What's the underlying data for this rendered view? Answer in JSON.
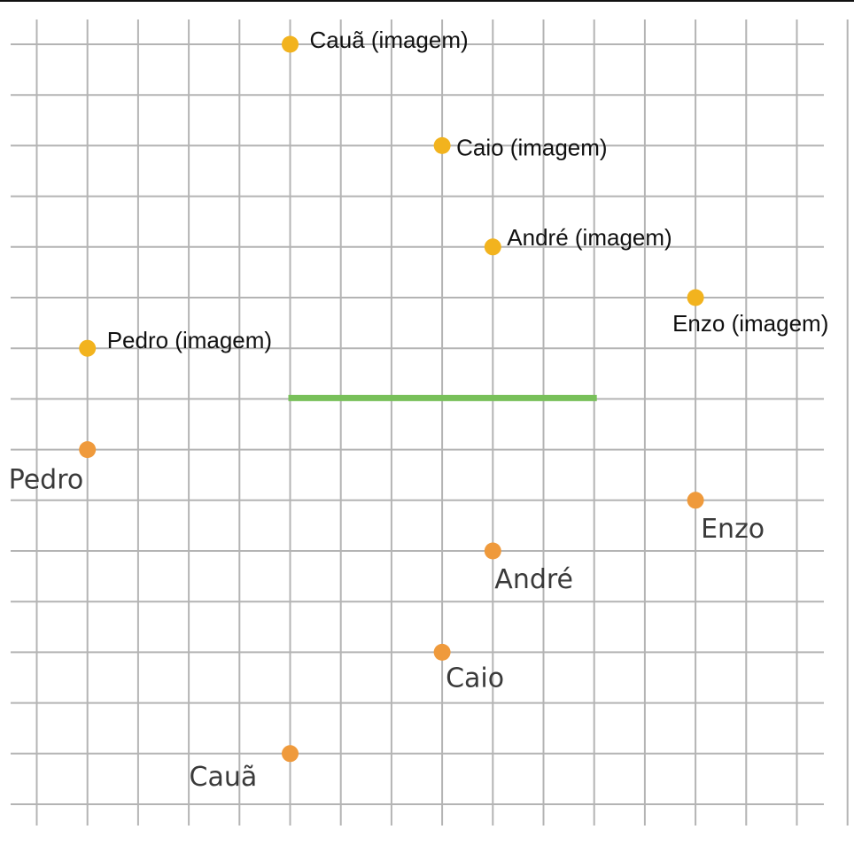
{
  "colors": {
    "grid": "#b4b4b4",
    "mirror_line": "#78c05a",
    "image_point": "#f2b31e",
    "original_point": "#ef9a3c"
  },
  "grid": {
    "columns": 16,
    "rows": 16
  },
  "mirror_line": {
    "from": [
      5,
      7
    ],
    "to": [
      11,
      7
    ]
  },
  "image_points": [
    {
      "name": "Cauã (imagem)",
      "x": 5,
      "y": 0
    },
    {
      "name": "Caio (imagem)",
      "x": 8,
      "y": 2
    },
    {
      "name": "André (imagem)",
      "x": 9,
      "y": 4
    },
    {
      "name": "Enzo (imagem)",
      "x": 13,
      "y": 5
    },
    {
      "name": "Pedro (imagem)",
      "x": 1,
      "y": 6
    }
  ],
  "original_points": [
    {
      "name": "Pedro",
      "x": 1,
      "y": 8
    },
    {
      "name": "Enzo",
      "x": 13,
      "y": 9
    },
    {
      "name": "André",
      "x": 9,
      "y": 10
    },
    {
      "name": "Caio",
      "x": 8,
      "y": 12
    },
    {
      "name": "Cauã",
      "x": 5,
      "y": 14
    }
  ]
}
